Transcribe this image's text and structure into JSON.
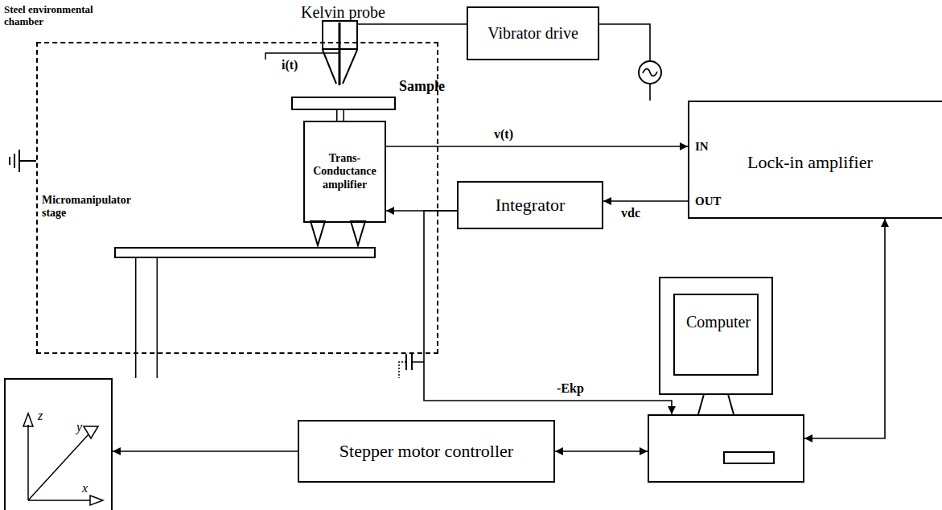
{
  "diagram": {
    "nodes": [
      {
        "text": [
          "Steel environmental chamber"
        ]
      },
      {
        "text": [
          "Kelvin probe"
        ]
      },
      {
        "text": [
          "Vibrator drive"
        ]
      },
      {
        "text": [
          "Sample"
        ],
        "in": 0
      },
      {
        "text": [
          "IN",
          "Lock-in amplifier",
          "OUT"
        ]
      },
      {
        "text": [
          "Trans- Conductance amplifier"
        ],
        "in": 0
      },
      {
        "text": [
          "Integrator"
        ]
      },
      {
        "text": [
          "Micromanipulator stage"
        ],
        "in": 0
      },
      {
        "text": [
          "Computer"
        ]
      },
      {
        "text": [
          "Stepper motor controller"
        ]
      },
      {
        "text": [
          "z",
          "y",
          "x"
        ]
      }
    ],
    "edges": [
      {
        "from": 1,
        "to": 2,
        "arrow": "none"
      },
      {
        "from": 2,
        "to": 4,
        "arrow": "none"
      },
      {
        "from": 5,
        "to": 4,
        "label": "v(t)",
        "arrow": "to"
      },
      {
        "from": 4,
        "to": 6,
        "label": "vdc",
        "arrow": "to"
      },
      {
        "from": 6,
        "to": 5,
        "arrow": "to"
      },
      {
        "from": 6,
        "to": 8,
        "label": "-Ekp",
        "arrow": "to"
      },
      {
        "from": 9,
        "to": 8,
        "arrow": "both"
      },
      {
        "from": 4,
        "to": 8,
        "arrow": "both"
      },
      {
        "from": 9,
        "to": 10,
        "arrow": "to"
      },
      {
        "from": 3,
        "to": 5,
        "arrow": "none"
      },
      {
        "from": 7,
        "to": 10,
        "arrow": "none"
      }
    ],
    "labels": [
      "i(t)"
    ]
  }
}
